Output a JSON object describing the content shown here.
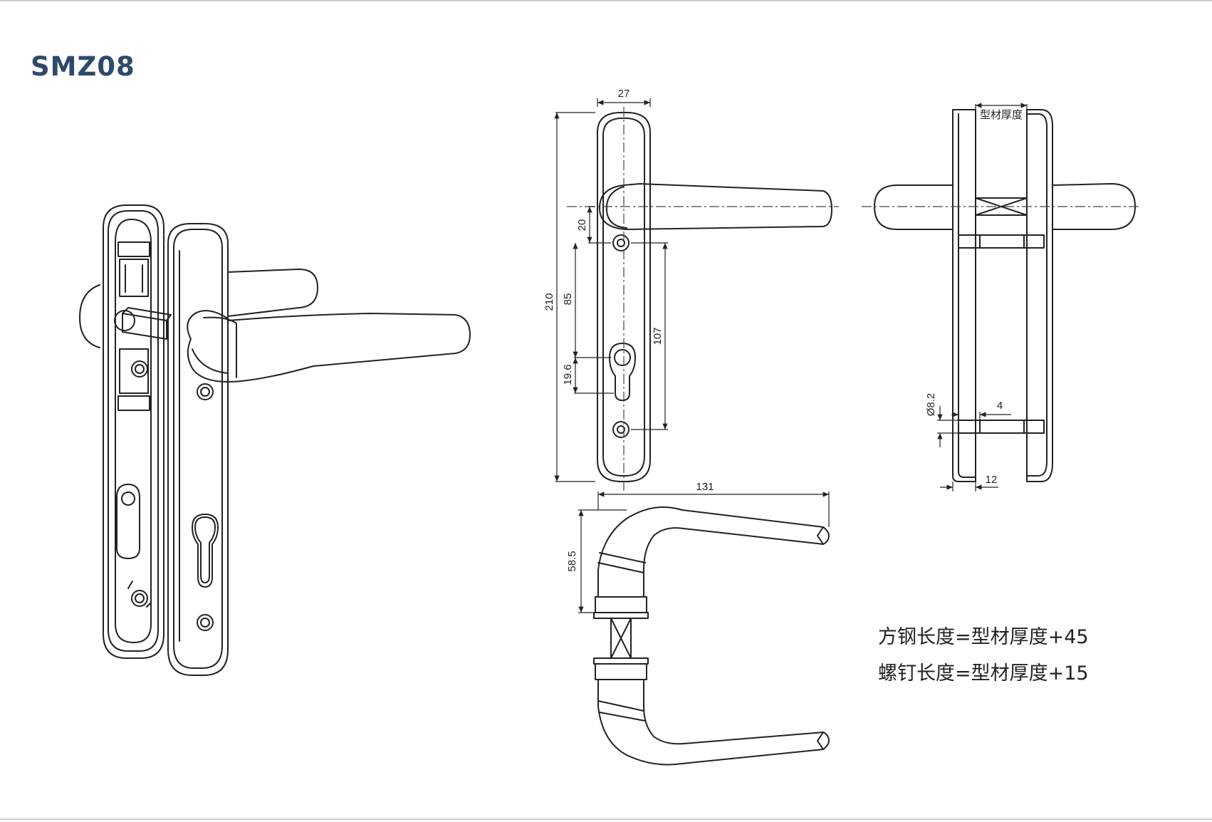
{
  "title": "SMZ08",
  "dimensions": {
    "width": "27",
    "height": "210",
    "d20": "20",
    "d85": "85",
    "d107": "107",
    "d19_6": "19.6",
    "length": "131",
    "rise": "58.5",
    "profile_thickness": "型材厚度",
    "diameter": "Ø8.2",
    "d4": "4",
    "d12": "12"
  },
  "notes": {
    "spindle": "方钢长度=型材厚度+45",
    "screw": "螺钉长度=型材厚度+15"
  },
  "colors": {
    "title": "#2e4a6b",
    "line": "#222222"
  }
}
